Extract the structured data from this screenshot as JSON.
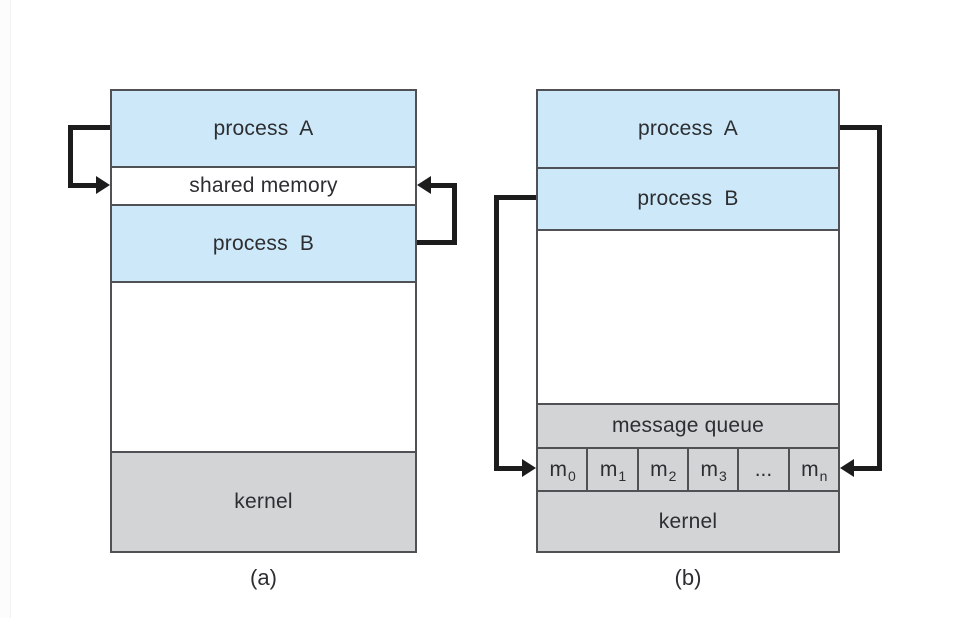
{
  "figure": {
    "description": "communications models: shared memory and message passing",
    "captions": {
      "a": "(a)",
      "b": "(b)"
    }
  },
  "colors": {
    "background": "#ffffff",
    "process_fill": "#cde9f9",
    "kernel_fill": "#d3d4d6",
    "border": "#4f5154",
    "arrow": "#1c1c1c",
    "text": "#2d2e31"
  },
  "diagram_a": {
    "caption": "(a)",
    "rows": {
      "process_a": "process  A",
      "shared_memory": "shared memory",
      "process_b": "process  B",
      "kernel": "kernel"
    }
  },
  "diagram_b": {
    "caption": "(b)",
    "rows": {
      "process_a": "process  A",
      "process_b": "process  B",
      "message_queue": "message queue",
      "kernel": "kernel"
    },
    "queue_cells": [
      {
        "base": "m",
        "sub": "0"
      },
      {
        "base": "m",
        "sub": "1"
      },
      {
        "base": "m",
        "sub": "2"
      },
      {
        "base": "m",
        "sub": "3"
      },
      {
        "base": "...",
        "sub": ""
      },
      {
        "base": "m",
        "sub": "n"
      }
    ]
  }
}
